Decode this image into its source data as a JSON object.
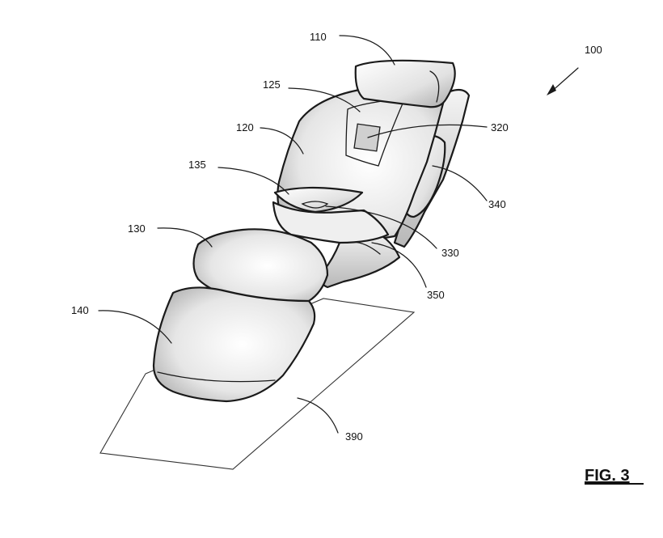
{
  "figure": {
    "caption": "FIG. 3",
    "labels": {
      "l100": "100",
      "l110": "110",
      "l120": "120",
      "l125": "125",
      "l130": "130",
      "l135": "135",
      "l140": "140",
      "l320": "320",
      "l330": "330",
      "l340": "340",
      "l350": "350",
      "l390": "390"
    }
  }
}
